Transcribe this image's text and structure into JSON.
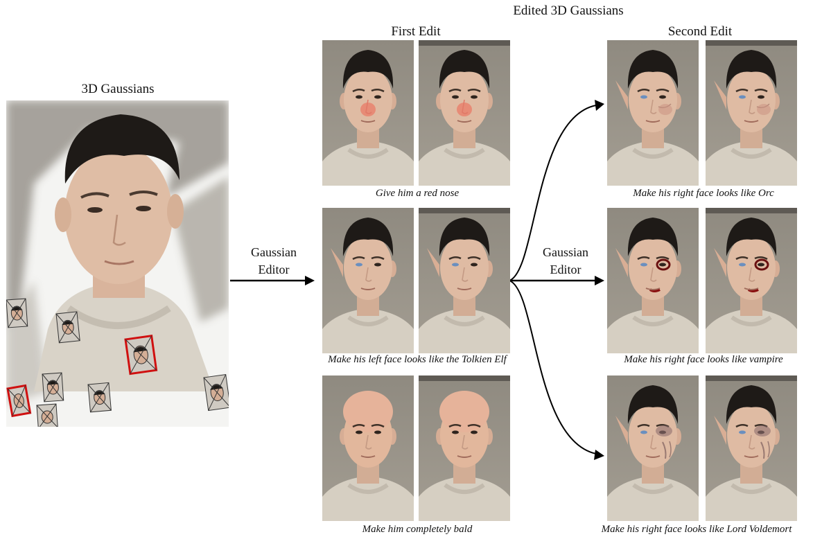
{
  "figure": {
    "top_title": "Edited 3D Gaussians",
    "left_title": "3D Gaussians",
    "first_edit_header": "First Edit",
    "second_edit_header": "Second Edit",
    "editor_label_1a": "Gaussian",
    "editor_label_1b": "Editor",
    "editor_label_2a": "Gaussian",
    "editor_label_2b": "Editor",
    "first_edits": [
      {
        "caption": "Give him a red nose"
      },
      {
        "caption": "Make his left face looks like the Tolkien Elf"
      },
      {
        "caption": "Make him completely bald"
      }
    ],
    "second_edits": [
      {
        "caption": "Make his right face looks like Orc"
      },
      {
        "caption": "Make his right face looks like vampire"
      },
      {
        "caption": "Make his right face looks like Lord Voldemort"
      }
    ]
  },
  "colors": {
    "camera_highlight": "#d01010",
    "arrow": "#000000"
  }
}
